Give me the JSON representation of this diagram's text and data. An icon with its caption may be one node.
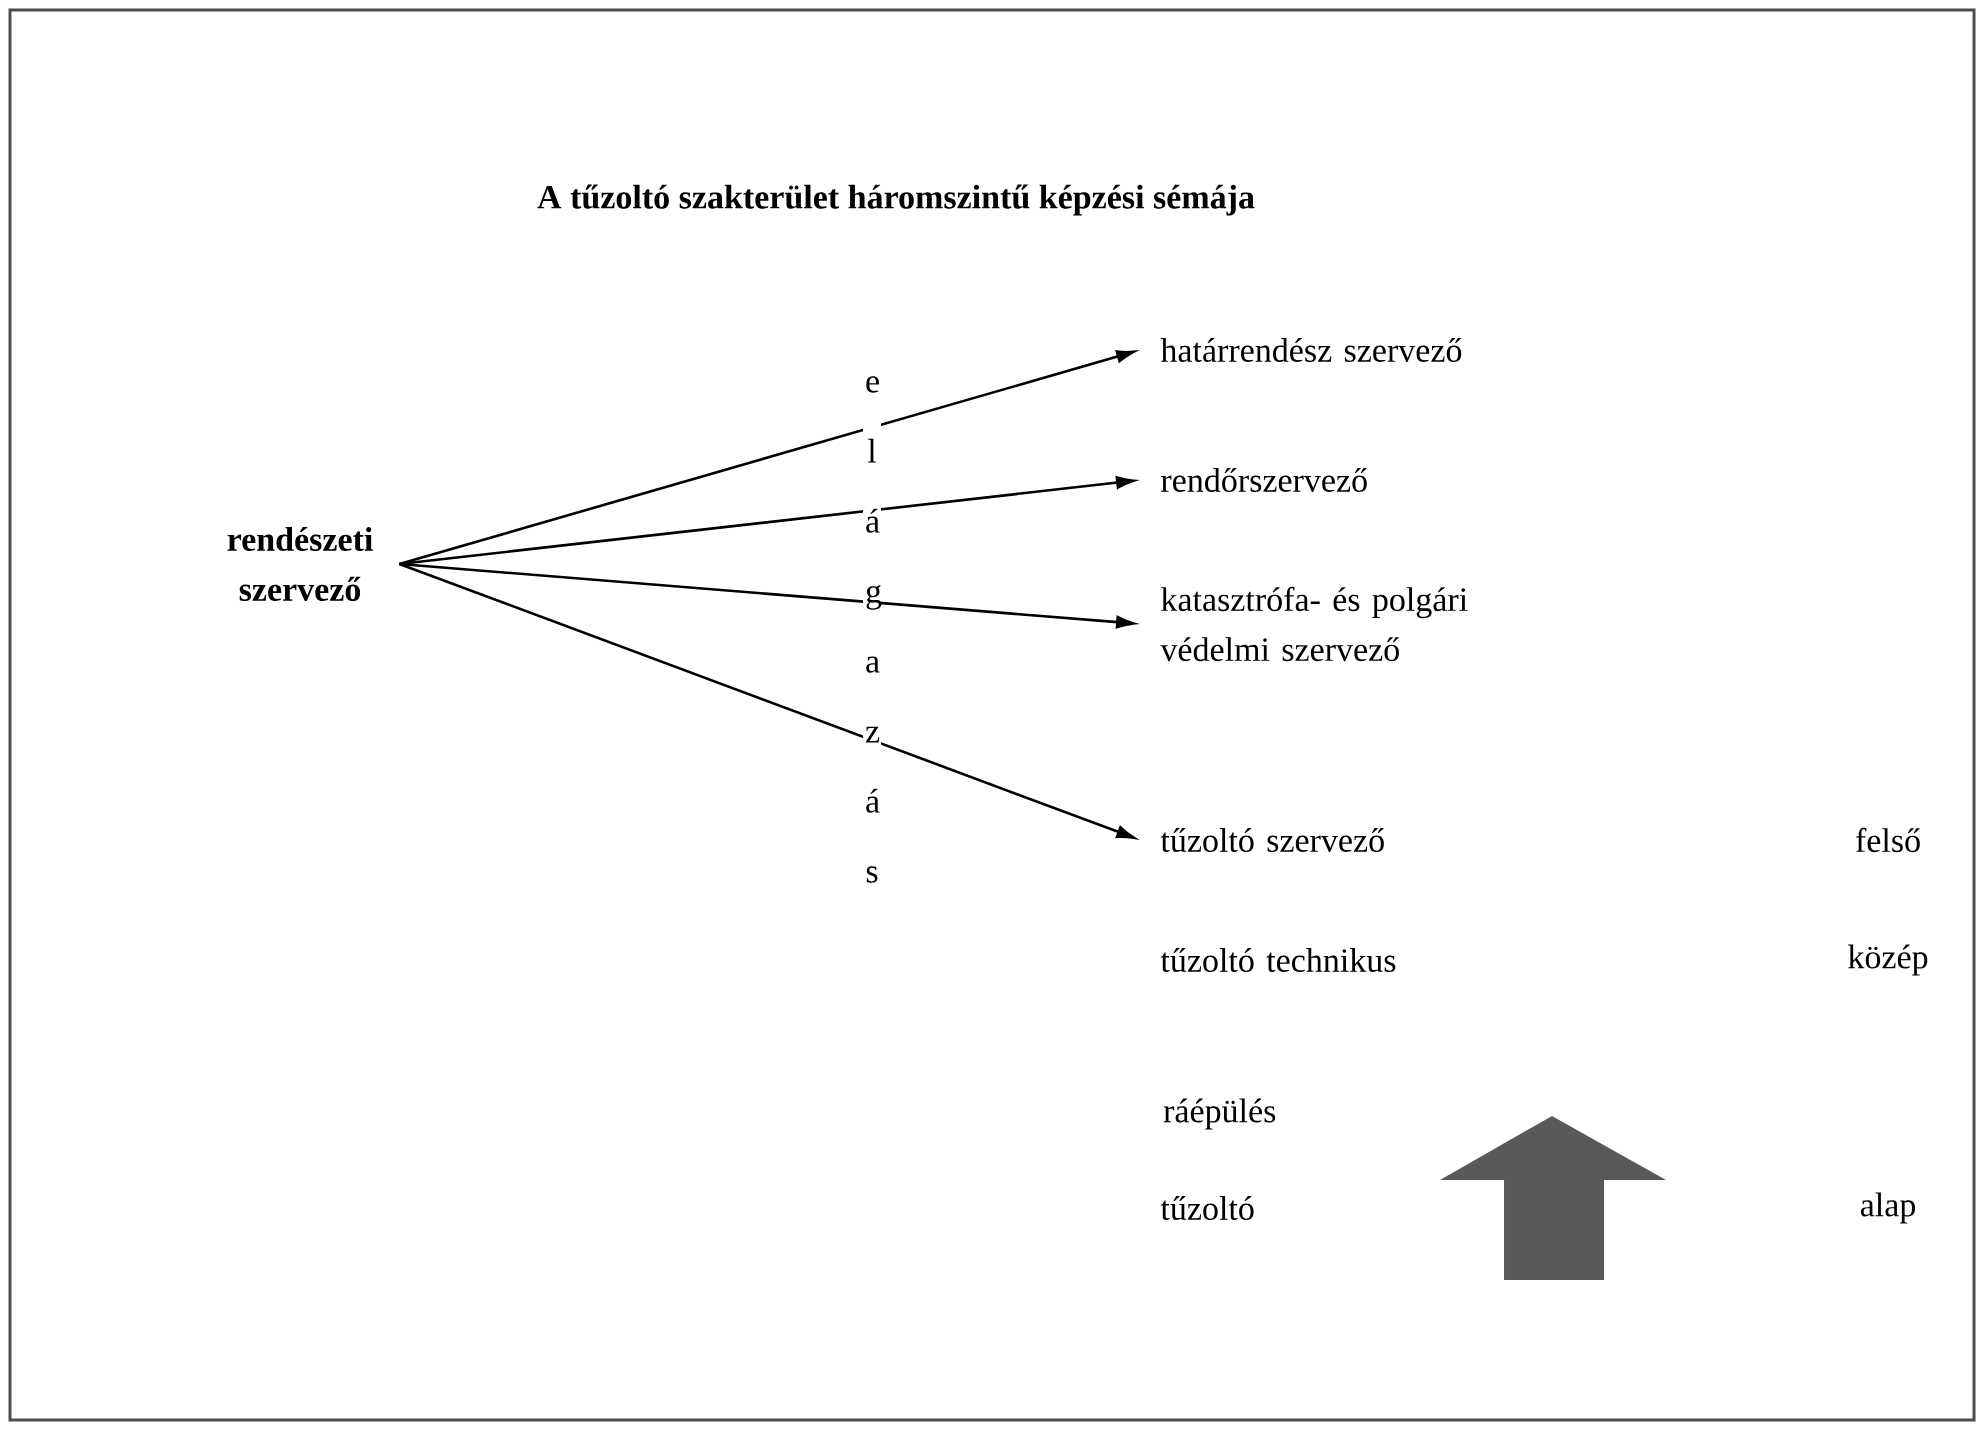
{
  "diagram": {
    "title": "A tűzoltó szakterület háromszintű képzési sémája",
    "nodes": [
      {
        "text": [
          "rendészeti szervező"
        ]
      },
      {
        "text": [
          "határrendész szervező"
        ]
      },
      {
        "text": [
          "rendőrszervező"
        ]
      },
      {
        "text": [
          "katasztrófa- és polgári védelmi szervező"
        ]
      },
      {
        "text": [
          "tűzoltó szervező"
        ]
      },
      {
        "text": [
          "tűzoltó technikus"
        ]
      },
      {
        "text": [
          "tűzoltó"
        ]
      }
    ],
    "edges": [
      {
        "from": 0,
        "to": 1,
        "arrow": "to"
      },
      {
        "from": 0,
        "to": 2,
        "arrow": "to"
      },
      {
        "from": 0,
        "to": 3,
        "arrow": "to"
      },
      {
        "from": 0,
        "to": 4,
        "arrow": "to"
      }
    ],
    "labels": [
      "elágazás",
      "felső",
      "közép",
      "ráépülés",
      "alap"
    ]
  }
}
